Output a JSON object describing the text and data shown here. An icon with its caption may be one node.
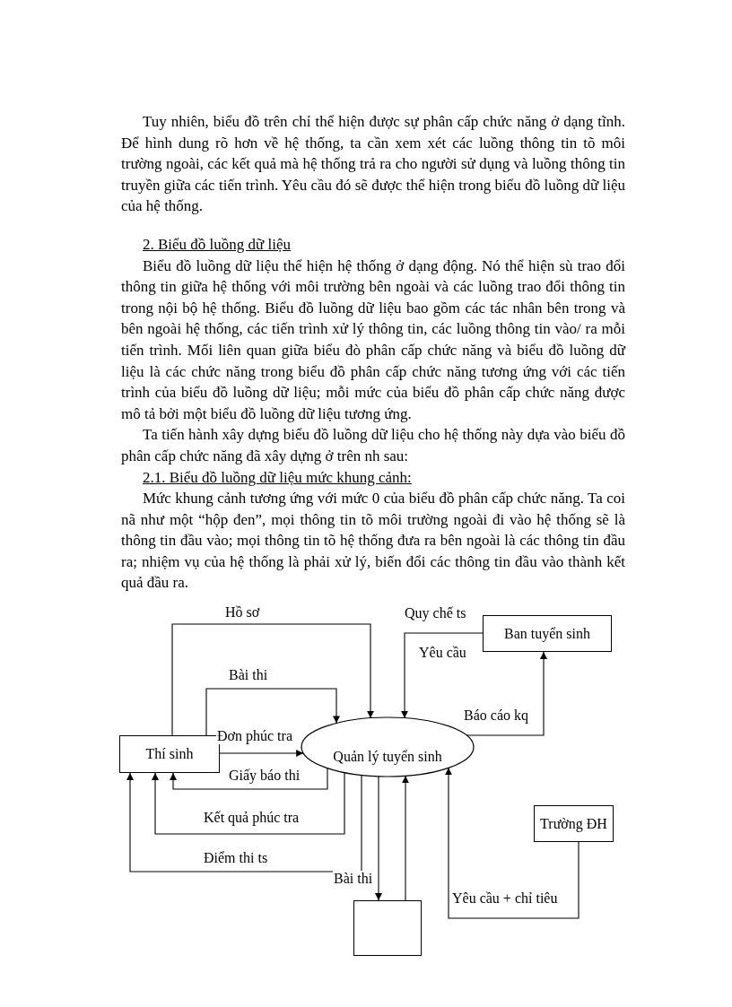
{
  "diagram": {
    "nodes": [
      {
        "text": [
          "Thí sinh"
        ]
      },
      {
        "text": [
          "Quản lý tuyển sinh"
        ]
      },
      {
        "text": [
          "Ban tuyển sinh"
        ]
      },
      {
        "text": [
          "Trường ĐH"
        ]
      },
      {
        "text": [],
        "shape": "box"
      }
    ],
    "edges": [
      {
        "from": 0,
        "to": 1,
        "arrow": "to",
        "label": "Hồ sơ"
      },
      {
        "from": 0,
        "to": 1,
        "arrow": "to",
        "label": "Bài thi"
      },
      {
        "from": 0,
        "to": 1,
        "arrow": "to",
        "label": "Đơn phúc tra"
      },
      {
        "from": 1,
        "to": 0,
        "arrow": "to",
        "label": "Giấy báo thi"
      },
      {
        "from": 1,
        "to": 0,
        "arrow": "to",
        "label": "Kết quả phúc tra"
      },
      {
        "from": 1,
        "to": 0,
        "arrow": "to",
        "label": "Điểm thi ts"
      },
      {
        "from": 1,
        "to": 4,
        "arrow": "to",
        "label": "Bài thi"
      },
      {
        "from": 4,
        "to": 1,
        "arrow": "to"
      },
      {
        "from": 3,
        "to": 1,
        "arrow": "to",
        "label": "Yêu cầu + chỉ tiêu"
      },
      {
        "from": 2,
        "to": 1,
        "arrow": "to",
        "label": "Quy chế ts"
      },
      {
        "from": 1,
        "to": 2,
        "arrow": "to",
        "label": "Báo cáo kq"
      }
    ],
    "labels": [
      "Tuy nhiên, biểu đồ trên chỉ thể hiện được sự phân cấp chức năng ở dạng tĩnh. Để hình dung rõ hơn về hệ thống, ta cần xem xét các luồng thông tin tõ môi trường ngoài, các kết quả mà hệ thống trả ra cho người sử dụng và luồng thông tin truyền giữa các tiến trình. Yêu cầu đó sẽ được thể hiện trong biểu đồ luồng dữ liệu của hệ thống.",
      "2. Biểu đồ luồng dữ liệu",
      "Biểu đồ luồng dữ liệu thể hiện hệ thống ở dạng động. Nó thể hiện sù trao đổi thông tin giữa hệ thống với môi trường bên ngoài và các luồng trao đổi thông tin trong nội bộ hệ thống. Biểu đồ luồng dữ liệu bao gồm các tác nhân bên trong và bên ngoài hệ thống, các tiến trình xử lý thông tin, các luồng thông tin vào/ ra mỗi tiến trình. Mối liên quan giữa biểu đò phân cấp chức năng và biểu đồ luồng dữ liệu là các chức năng trong biểu đồ phân cấp chức năng tương ứng với các tiến trình của biểu đồ luồng dữ liệu; mỗi mức của biểu đồ phân cấp chức năng được mô tả bởi một biểu đồ luồng dữ liệu tương ứng.",
      "Ta tiến hành xây dựng biểu đồ luồng dữ liệu cho hệ thống này dựa vào biểu đồ phân cấp chức năng đã xây dựng ở trên nh sau:",
      "2.1. Biểu đồ luồng dữ liệu mức khung cảnh:",
      "Mức khung cảnh tương ứng với mức 0 của biểu đồ phân cấp chức năng. Ta coi nã như một “hộp đen”, mọi thông tin tõ môi trường ngoài đi vào hệ thống sẽ là thông tin đầu vào; mọi thông tin tõ hệ thống đưa ra bên ngoài là các thông tin đầu ra; nhiệm vụ của hệ thống là phải xử lý, biến đổi các thông tin đầu vào thành kết quả đầu ra.",
      "Yêu cầu"
    ]
  }
}
